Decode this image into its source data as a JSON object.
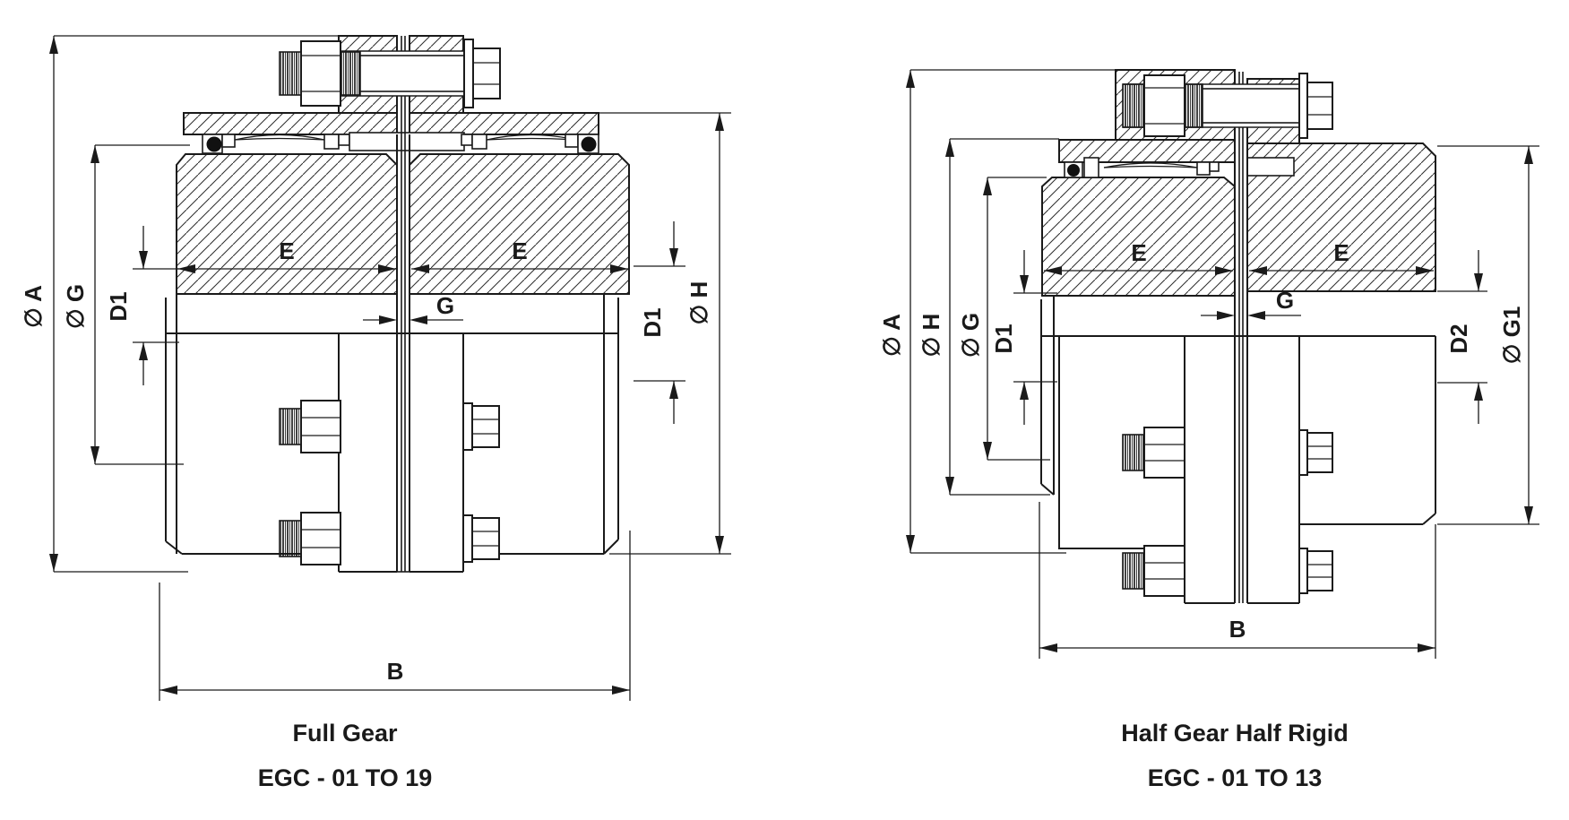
{
  "document": {
    "type": "technical-drawing",
    "product": "gear coupling cross sections",
    "background": "#ffffff",
    "line_color": "#1a1a1a"
  },
  "drawings": {
    "left": {
      "caption": "Full Gear",
      "model_range": "EGC - 01 TO 19",
      "labels": {
        "dia_a": "∅ A",
        "dia_g": "∅ G",
        "d1_left": "D1",
        "e_left": "E",
        "e_right": "E",
        "gap_g": "G",
        "d1_right": "D1",
        "dia_h": "∅ H",
        "b": "B"
      }
    },
    "right": {
      "caption": "Half Gear Half Rigid",
      "model_range": "EGC - 01 TO 13",
      "labels": {
        "dia_a": "∅ A",
        "dia_h": "∅ H",
        "dia_g": "∅ G",
        "d1": "D1",
        "e_left": "E",
        "e_right": "E",
        "gap_g": "G",
        "d2": "D2",
        "dia_g1": "∅ G1",
        "b": "B"
      }
    }
  }
}
